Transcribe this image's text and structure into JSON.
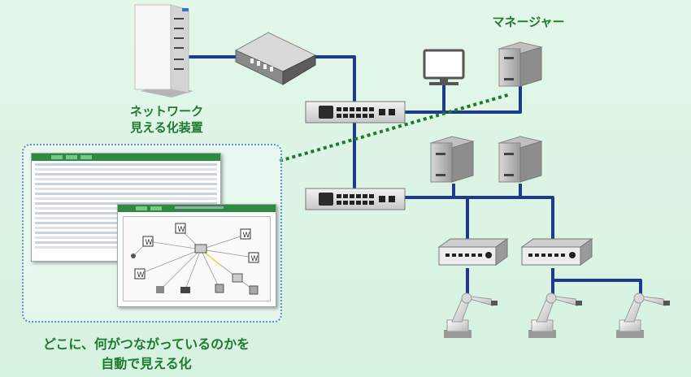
{
  "labels": {
    "manager": "マネージャー",
    "device_line1": "ネットワーク",
    "device_line2": "見える化装置",
    "caption_line1": "どこに、何がつながっているのかを",
    "caption_line2": "自動で見える化"
  },
  "colors": {
    "link": "#1f3a8a",
    "dotted_link": "#1f7a2e",
    "label_text": "#1f7a2e",
    "panel_border": "#5b8fd6",
    "background": "#e3f7ea",
    "app_header": "#2d8a3e"
  },
  "icons": [
    "visualization-appliance-icon",
    "router-icon",
    "managed-switch-icon",
    "unmanaged-switch-icon",
    "server-icon",
    "pc-monitor-icon",
    "robot-arm-icon",
    "w-device-icon"
  ]
}
